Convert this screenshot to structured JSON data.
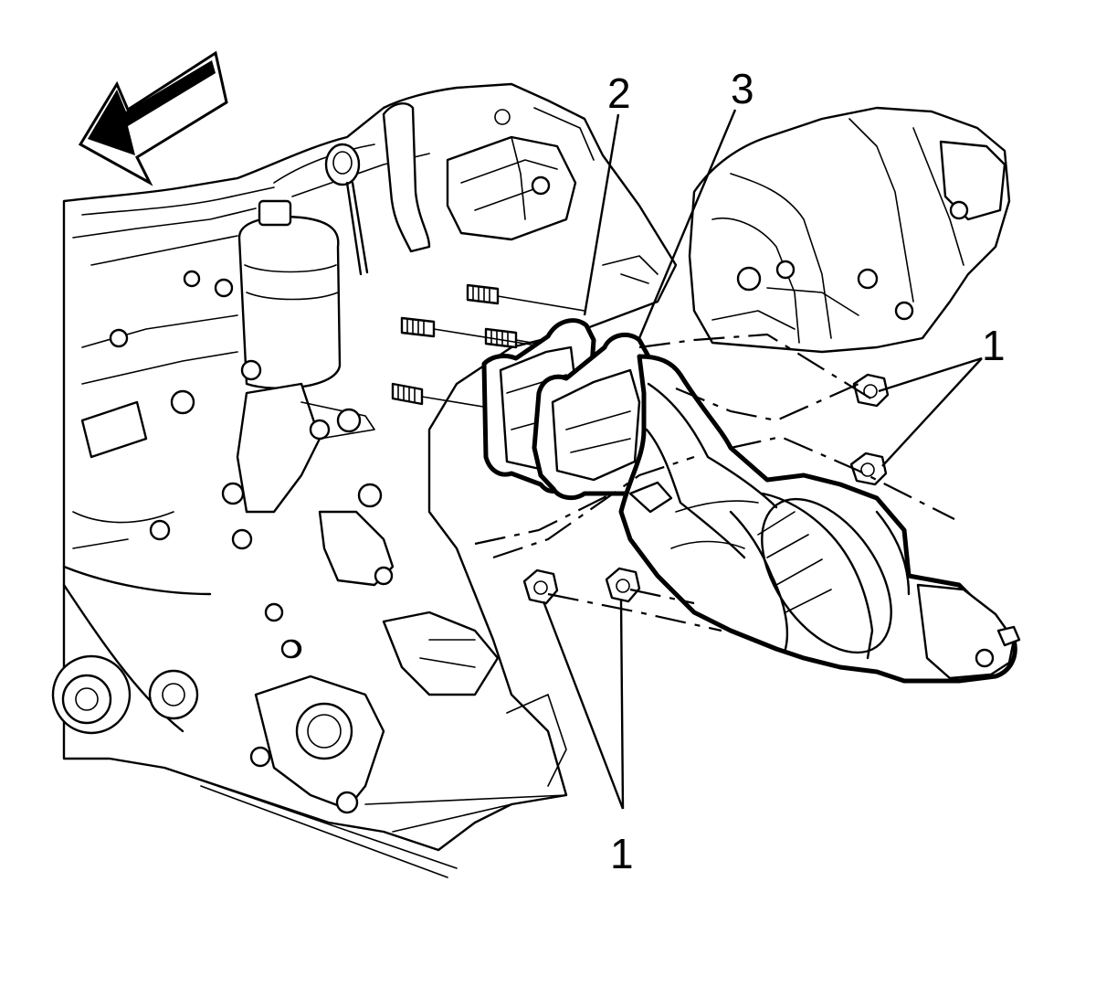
{
  "callouts": {
    "nuts_right": "1",
    "nuts_bottom": "1",
    "gasket": "2",
    "converter": "3"
  },
  "icons": {
    "direction_arrow": "front-direction-arrow-icon"
  },
  "colors": {
    "line": "#000000",
    "background": "#ffffff"
  }
}
